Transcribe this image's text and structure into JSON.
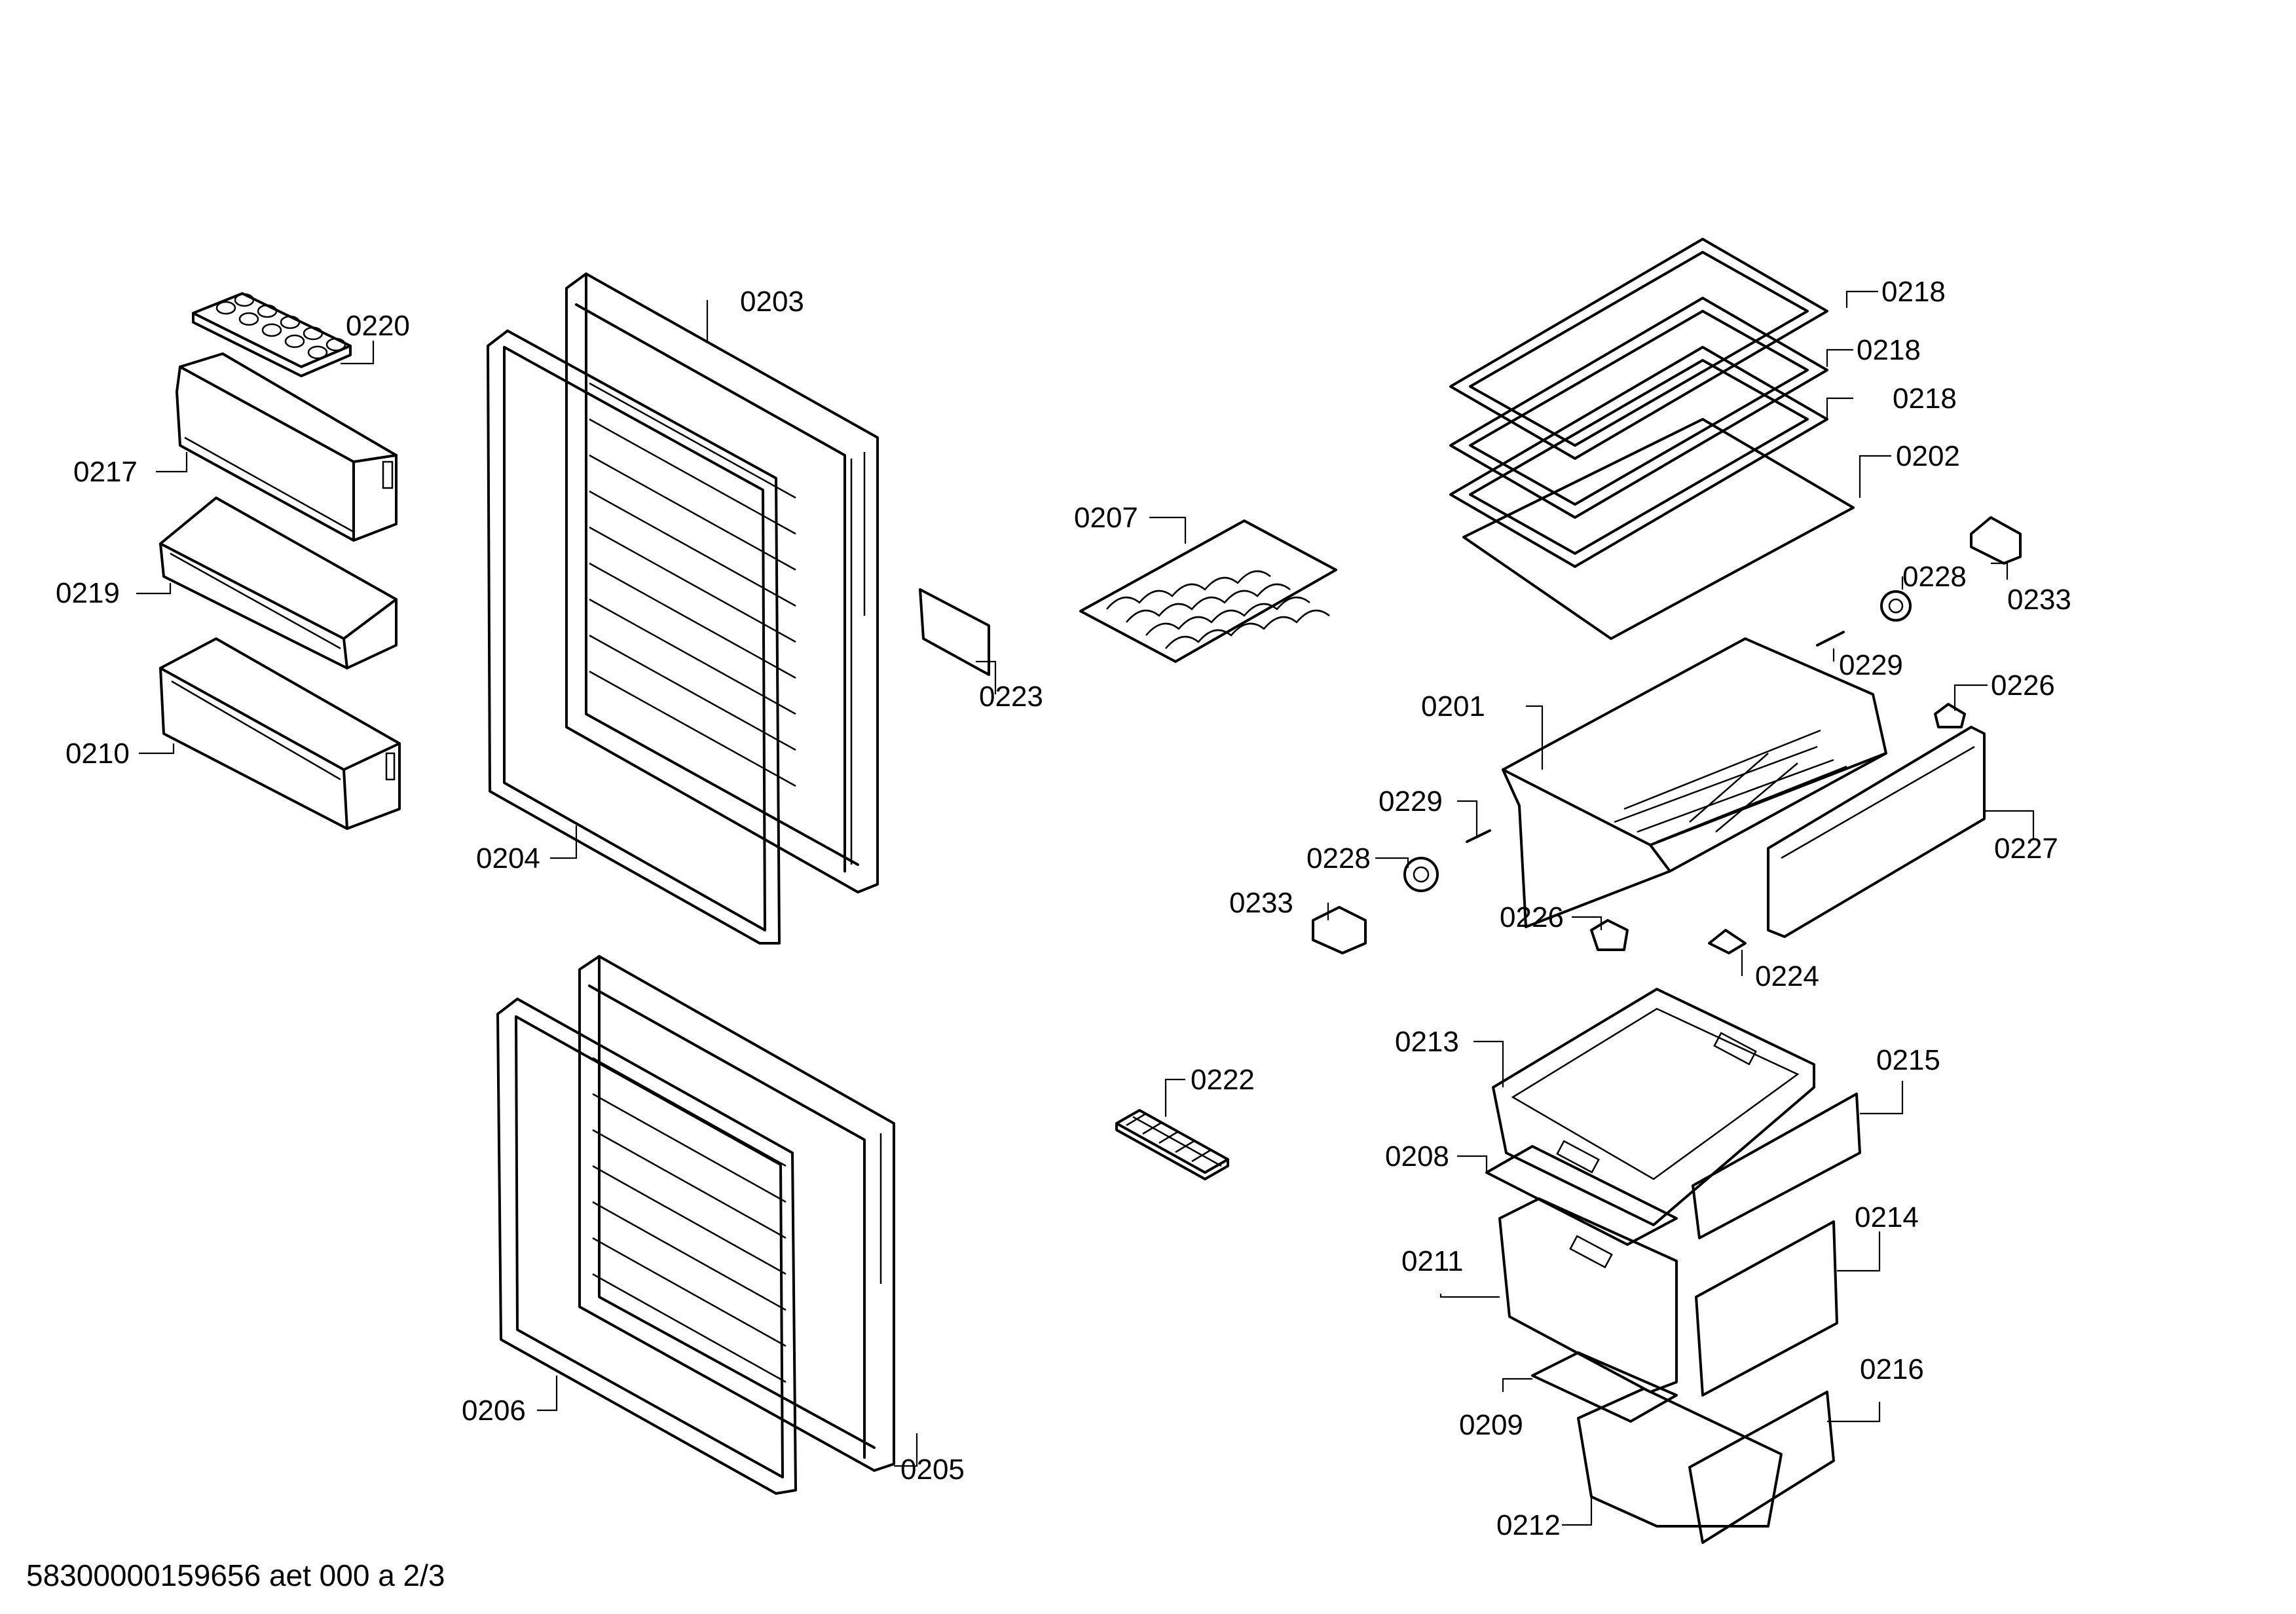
{
  "footer": "58300000159656 aet 000 a 2/3",
  "labels": {
    "l0220": "0220",
    "l0217": "0217",
    "l0219": "0219",
    "l0210": "0210",
    "l0203": "0203",
    "l0204": "0204",
    "l0206": "0206",
    "l0205": "0205",
    "l0223": "0223",
    "l0207": "0207",
    "l0222": "0222",
    "l0218a": "0218",
    "l0218b": "0218",
    "l0218c": "0218",
    "l0202": "0202",
    "l0233a": "0233",
    "l0228a": "0228",
    "l0229a": "0229",
    "l0226a": "0226",
    "l0201": "0201",
    "l0229b": "0229",
    "l0228b": "0228",
    "l0233b": "0233",
    "l0226b": "0226",
    "l0224": "0224",
    "l0227": "0227",
    "l0213": "0213",
    "l0215": "0215",
    "l0208": "0208",
    "l0214": "0214",
    "l0211": "0211",
    "l0209": "0209",
    "l0216": "0216",
    "l0212": "0212"
  }
}
